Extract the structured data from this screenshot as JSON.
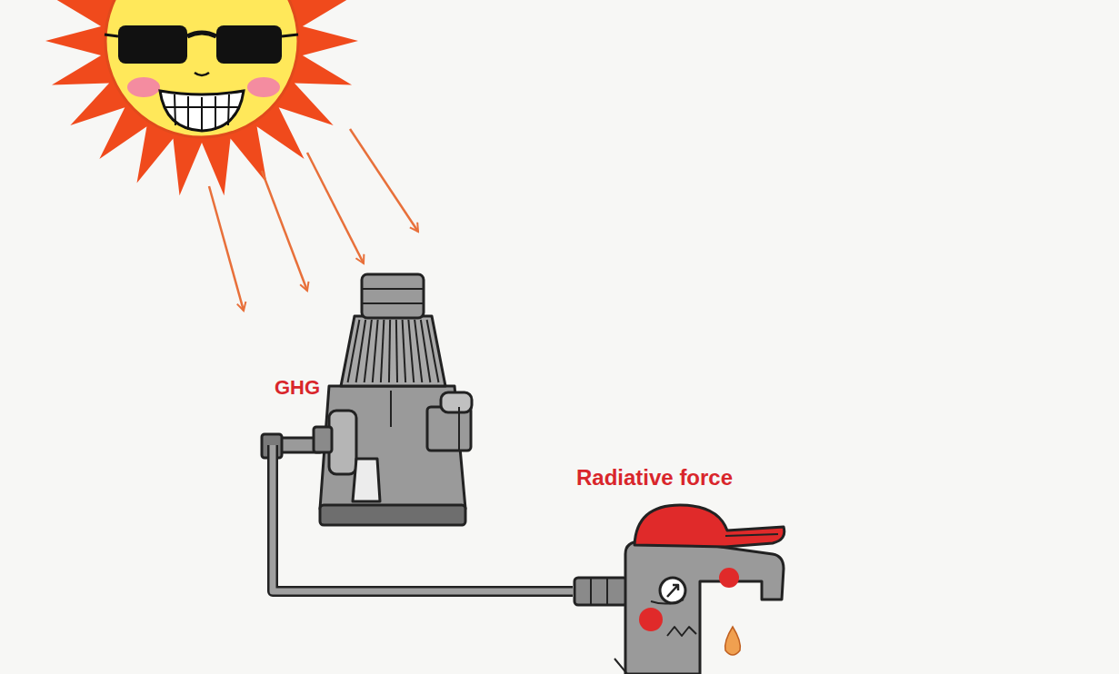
{
  "diagram": {
    "nodes": [
      {
        "text": [
          "GHG"
        ]
      },
      {
        "text": [
          "Radiative force"
        ]
      }
    ],
    "edges": [
      {
        "from": 0,
        "to": 1,
        "arrow": "none"
      }
    ]
  }
}
